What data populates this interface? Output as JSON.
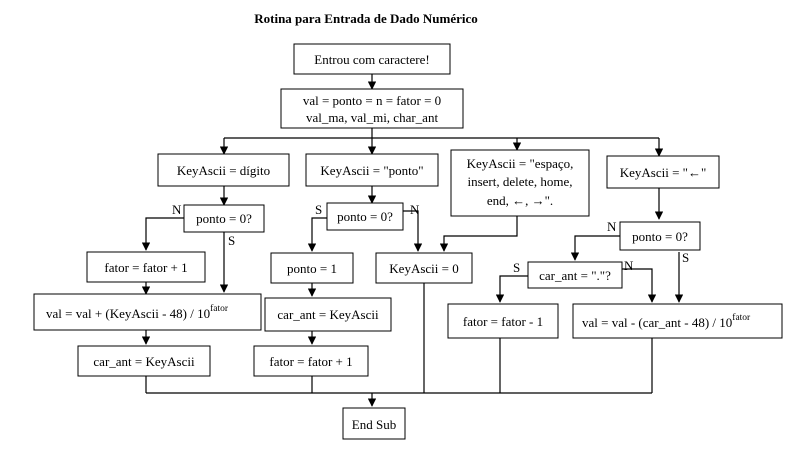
{
  "title": "Rotina para Entrada de Dado Numérico",
  "nodes": {
    "start": "Entrou com caractere!",
    "init_line1": "val = ponto = n = fator = 0",
    "init_line2": "val_ma, val_mi, char_ant",
    "key_digit": "KeyAscii = dígito",
    "key_ponto": "KeyAscii = \"ponto\"",
    "key_special_line1": "KeyAscii = \"espaço,",
    "key_special_line2": "insert, delete, home,",
    "key_special_line3": "end, ←, →\".",
    "key_back": "KeyAscii = \"←\"",
    "cond_ponto_a": "ponto = 0?",
    "cond_ponto_b": "ponto = 0?",
    "cond_ponto_c": "ponto = 0?",
    "fator_inc_a": "fator = fator + 1",
    "val_add_base": "val = val + (KeyAscii - 48) / 10",
    "val_add_exp": "fator",
    "car_ant_set_a": "car_ant = KeyAscii",
    "ponto_set": "ponto = 1",
    "car_ant_set_b": "car_ant = KeyAscii",
    "fator_inc_b": "fator = fator + 1",
    "key_zero": "KeyAscii = 0",
    "cond_car_ant": "car_ant = \".\"?",
    "fator_dec": "fator = fator - 1",
    "val_sub_base": "val = val - (car_ant - 48) / 10",
    "val_sub_exp": "fator",
    "end": "End Sub"
  },
  "labels": {
    "n_a": "N",
    "s_a": "S",
    "s_b": "S",
    "n_b": "N",
    "n_c": "N",
    "s_c": "S",
    "s_d": "S",
    "n_d": "N"
  }
}
